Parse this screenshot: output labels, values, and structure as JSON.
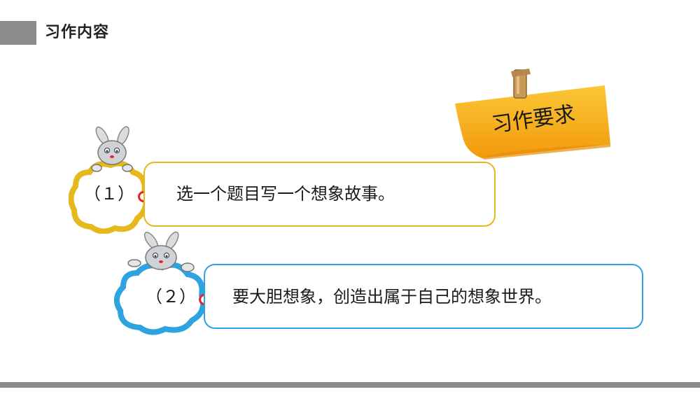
{
  "header": {
    "title": "习作内容"
  },
  "requirement_note": {
    "label": "习作要求"
  },
  "items": [
    {
      "number": "（１）",
      "text": "选一个题目写一个想象故事。"
    },
    {
      "number": "（２）",
      "text": "要大胆想象，创造出属于自己的想象世界。"
    }
  ],
  "colors": {
    "header_bar": "#8c8c8c",
    "item1_accent": "#e5b81c",
    "item2_accent": "#2da3e0",
    "note_yellow": "#f7b21a",
    "dot_red": "#e8242a"
  },
  "icons": [
    "bunny-icon",
    "sticky-note-icon",
    "wooden-peg-icon"
  ]
}
